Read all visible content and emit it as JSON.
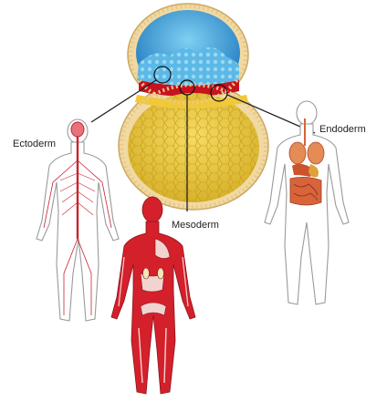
{
  "labels": {
    "ectoderm": "Ectoderm",
    "endoderm": "Endoderm",
    "mesoderm": "Mesoderm"
  },
  "colors": {
    "ectoderm_layer": "#2a86c9",
    "ectoderm_light": "#5cb8e6",
    "mesoderm_layer": "#c7121f",
    "endoderm_layer": "#e9c53a",
    "outer_membrane": "#f1d9a3",
    "nervous_system": "#c9232c",
    "muscles": "#d4202b",
    "digestive_organs": "#d7643a",
    "body_outline": "#9a9a9a",
    "pointer_lines": "#222222"
  }
}
